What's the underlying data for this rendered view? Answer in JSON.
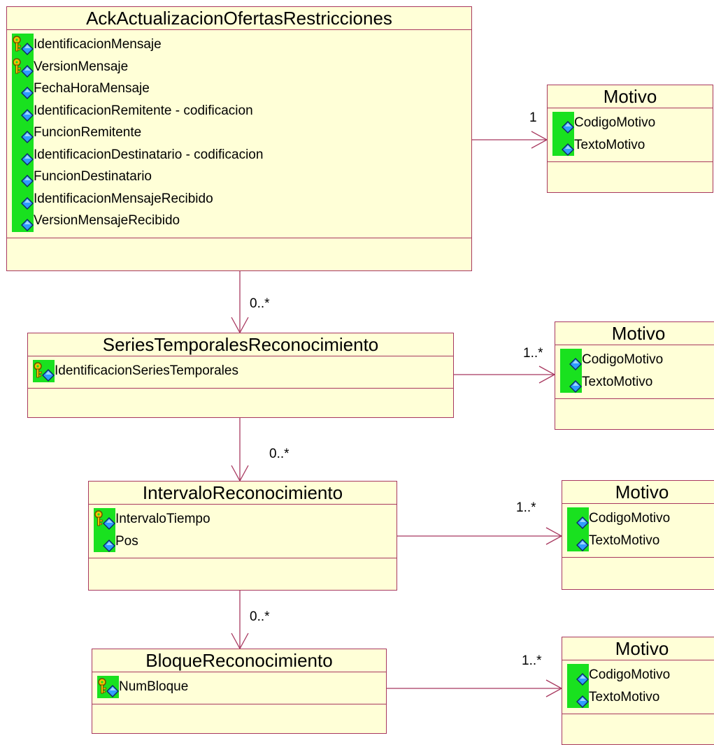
{
  "classes": {
    "ack": {
      "name": "AckActualizacionOfertasRestricciones",
      "attributes": [
        {
          "label": "IdentificacionMensaje",
          "icon": "key-attribute-icon"
        },
        {
          "label": "VersionMensaje",
          "icon": "key-attribute-icon"
        },
        {
          "label": "FechaHoraMensaje",
          "icon": "attribute-icon"
        },
        {
          "label": "IdentificacionRemitente - codificacion",
          "icon": "attribute-icon"
        },
        {
          "label": "FuncionRemitente",
          "icon": "attribute-icon"
        },
        {
          "label": "IdentificacionDestinatario - codificacion",
          "icon": "attribute-icon"
        },
        {
          "label": "FuncionDestinatario",
          "icon": "attribute-icon"
        },
        {
          "label": "IdentificacionMensajeRecibido",
          "icon": "attribute-icon"
        },
        {
          "label": "VersionMensajeRecibido",
          "icon": "attribute-icon"
        }
      ]
    },
    "motivo1": {
      "name": "Motivo",
      "attributes": [
        {
          "label": "CodigoMotivo",
          "icon": "attribute-icon"
        },
        {
          "label": "TextoMotivo",
          "icon": "attribute-icon"
        }
      ]
    },
    "series": {
      "name": "SeriesTemporalesReconocimiento",
      "attributes": [
        {
          "label": "IdentificacionSeriesTemporales",
          "icon": "key-attribute-icon"
        }
      ]
    },
    "motivo2": {
      "name": "Motivo",
      "attributes": [
        {
          "label": "CodigoMotivo",
          "icon": "attribute-icon"
        },
        {
          "label": "TextoMotivo",
          "icon": "attribute-icon"
        }
      ]
    },
    "intervalo": {
      "name": "IntervaloReconocimiento",
      "attributes": [
        {
          "label": "IntervaloTiempo",
          "icon": "key-attribute-icon"
        },
        {
          "label": "Pos",
          "icon": "attribute-icon"
        }
      ]
    },
    "motivo3": {
      "name": "Motivo",
      "attributes": [
        {
          "label": "CodigoMotivo",
          "icon": "attribute-icon"
        },
        {
          "label": "TextoMotivo",
          "icon": "attribute-icon"
        }
      ]
    },
    "bloque": {
      "name": "BloqueReconocimiento",
      "attributes": [
        {
          "label": "NumBloque",
          "icon": "key-attribute-icon"
        }
      ]
    },
    "motivo4": {
      "name": "Motivo",
      "attributes": [
        {
          "label": "CodigoMotivo",
          "icon": "attribute-icon"
        },
        {
          "label": "TextoMotivo",
          "icon": "attribute-icon"
        }
      ]
    }
  },
  "associations": [
    {
      "from": "ack",
      "to": "motivo1",
      "multiplicity": "1"
    },
    {
      "from": "ack",
      "to": "series",
      "multiplicity": "0..*"
    },
    {
      "from": "series",
      "to": "motivo2",
      "multiplicity": "1..*"
    },
    {
      "from": "series",
      "to": "intervalo",
      "multiplicity": "0..*"
    },
    {
      "from": "intervalo",
      "to": "motivo3",
      "multiplicity": "1..*"
    },
    {
      "from": "intervalo",
      "to": "bloque",
      "multiplicity": "0..*"
    },
    {
      "from": "bloque",
      "to": "motivo4",
      "multiplicity": "1..*"
    }
  ],
  "colors": {
    "class_fill": "#ffffd7",
    "class_border": "#a8385f",
    "icon_background": "#19e11f",
    "connector": "#a8385f"
  }
}
